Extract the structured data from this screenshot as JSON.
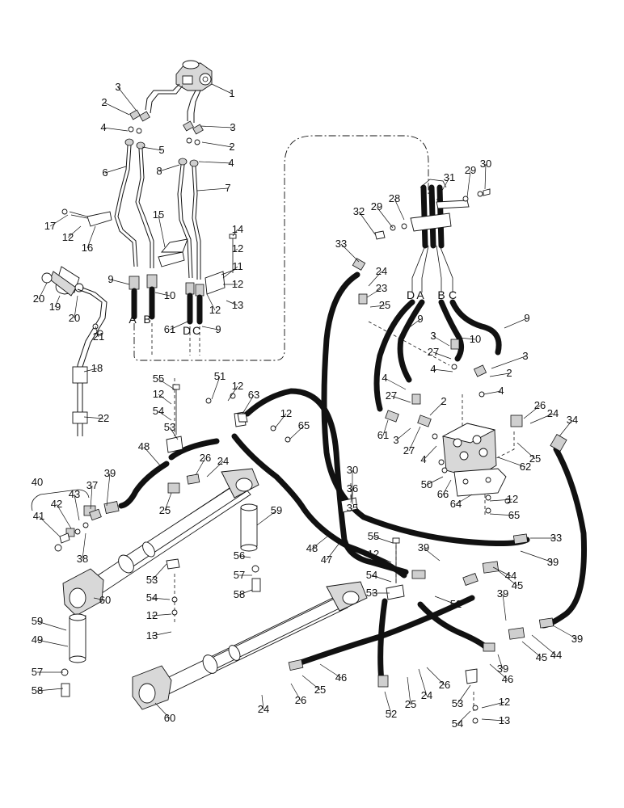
{
  "diagram": {
    "callouts": [
      {
        "id": "c1",
        "label": "1"
      },
      {
        "id": "c2",
        "label": "2"
      },
      {
        "id": "c3",
        "label": "3"
      },
      {
        "id": "c4",
        "label": "4"
      },
      {
        "id": "c5",
        "label": "5"
      },
      {
        "id": "c6",
        "label": "6"
      },
      {
        "id": "c7",
        "label": "7"
      },
      {
        "id": "c8",
        "label": "8"
      },
      {
        "id": "c9",
        "label": "9"
      },
      {
        "id": "c10",
        "label": "10"
      },
      {
        "id": "c11",
        "label": "11"
      },
      {
        "id": "c12",
        "label": "12"
      },
      {
        "id": "c13",
        "label": "13"
      },
      {
        "id": "c14",
        "label": "14"
      },
      {
        "id": "c15",
        "label": "15"
      },
      {
        "id": "c16",
        "label": "16"
      },
      {
        "id": "c17",
        "label": "17"
      },
      {
        "id": "c18",
        "label": "18"
      },
      {
        "id": "c19",
        "label": "19"
      },
      {
        "id": "c20",
        "label": "20"
      },
      {
        "id": "c21",
        "label": "21"
      },
      {
        "id": "c22",
        "label": "22"
      },
      {
        "id": "c23",
        "label": "23"
      },
      {
        "id": "c24",
        "label": "24"
      },
      {
        "id": "c25",
        "label": "25"
      },
      {
        "id": "c26",
        "label": "26"
      },
      {
        "id": "c27",
        "label": "27"
      },
      {
        "id": "c28",
        "label": "28"
      },
      {
        "id": "c29",
        "label": "29"
      },
      {
        "id": "c30",
        "label": "30"
      },
      {
        "id": "c31",
        "label": "31"
      },
      {
        "id": "c32",
        "label": "32"
      },
      {
        "id": "c33",
        "label": "33"
      },
      {
        "id": "c34",
        "label": "34"
      },
      {
        "id": "c35",
        "label": "35"
      },
      {
        "id": "c36",
        "label": "36"
      },
      {
        "id": "c37",
        "label": "37"
      },
      {
        "id": "c38",
        "label": "38"
      },
      {
        "id": "c39",
        "label": "39"
      },
      {
        "id": "c40",
        "label": "40"
      },
      {
        "id": "c41",
        "label": "41"
      },
      {
        "id": "c42",
        "label": "42"
      },
      {
        "id": "c43",
        "label": "43"
      },
      {
        "id": "c44",
        "label": "44"
      },
      {
        "id": "c45",
        "label": "45"
      },
      {
        "id": "c46",
        "label": "46"
      },
      {
        "id": "c47",
        "label": "47"
      },
      {
        "id": "c48",
        "label": "48"
      },
      {
        "id": "c49",
        "label": "49"
      },
      {
        "id": "c50",
        "label": "50"
      },
      {
        "id": "c51",
        "label": "51"
      },
      {
        "id": "c52",
        "label": "52"
      },
      {
        "id": "c53",
        "label": "53"
      },
      {
        "id": "c54",
        "label": "54"
      },
      {
        "id": "c55",
        "label": "55"
      },
      {
        "id": "c56",
        "label": "56"
      },
      {
        "id": "c57",
        "label": "57"
      },
      {
        "id": "c58",
        "label": "58"
      },
      {
        "id": "c59",
        "label": "59"
      },
      {
        "id": "c60",
        "label": "60"
      },
      {
        "id": "c61",
        "label": "61"
      },
      {
        "id": "c62",
        "label": "62"
      },
      {
        "id": "c63",
        "label": "63"
      },
      {
        "id": "c64",
        "label": "64"
      },
      {
        "id": "c65",
        "label": "65"
      },
      {
        "id": "c66",
        "label": "66"
      }
    ],
    "ports": {
      "a": "A",
      "b": "B",
      "c": "C",
      "d": "D"
    }
  }
}
